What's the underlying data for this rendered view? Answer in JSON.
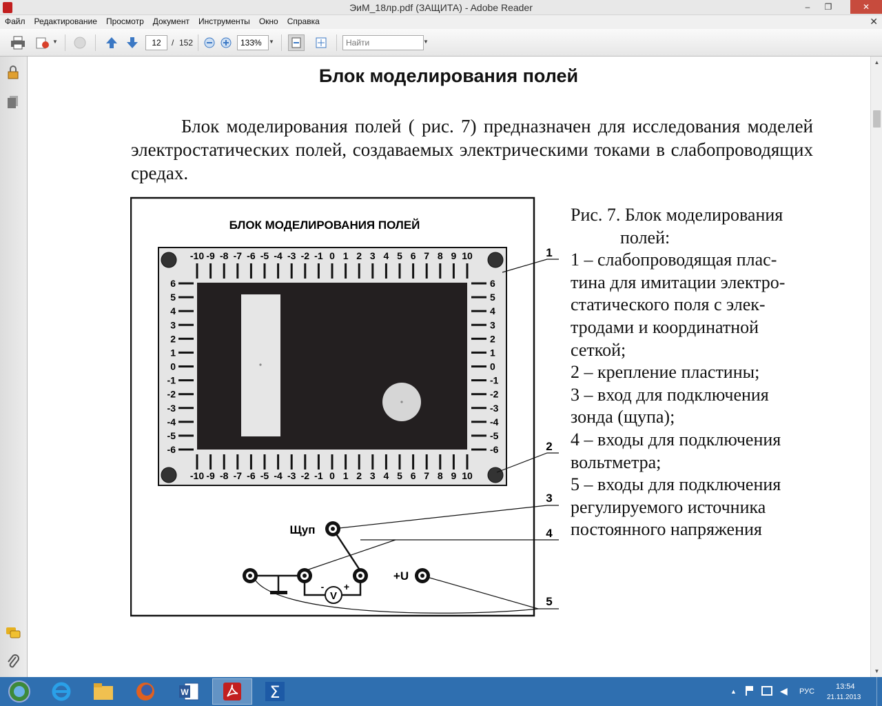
{
  "window": {
    "title": "ЭиМ_18лр.pdf (ЗАЩИТА) - Adobe Reader",
    "minimize_label": "‒",
    "maximize_label": "❐",
    "close_label": "✕"
  },
  "menu": {
    "items": [
      "Файл",
      "Редактирование",
      "Просмотр",
      "Документ",
      "Инструменты",
      "Окно",
      "Справка"
    ],
    "close_doc": "✕"
  },
  "toolbar": {
    "page_current": "12",
    "page_sep": "/",
    "page_total": "152",
    "zoom": "133%",
    "search_placeholder": "Найти"
  },
  "page": {
    "title": "Блок моделирования полей",
    "paragraph": "Блок моделирования полей ( рис. 7) предназначен для исследования моделей электростатических полей, создаваемых электрическими токами в слабопроводящих средах.",
    "caption_lines": [
      "Рис. 7. Блок моделирования",
      "полей:",
      "1 – слабопроводящая  плас-",
      "тина для имитации электро-",
      "статического поля с элек-",
      "тродами и координатной",
      "сеткой;",
      "2 – крепление пластины;",
      "3 – вход для подключения",
      "зонда (щупа);",
      "4 – входы для подключения",
      "вольтметра;",
      "5 – входы для подключения",
      "регулируемого источника",
      "постоянного напряжения"
    ]
  },
  "figure": {
    "heading": "БЛОК МОДЕЛИРОВАНИЯ ПОЛЕЙ",
    "x_ticks": [
      "-10",
      "-9",
      "-8",
      "-7",
      "-6",
      "-5",
      "-4",
      "-3",
      "-2",
      "-1",
      "0",
      "1",
      "2",
      "3",
      "4",
      "5",
      "6",
      "7",
      "8",
      "9",
      "10"
    ],
    "y_ticks": [
      "6",
      "5",
      "4",
      "3",
      "2",
      "1",
      "0",
      "-1",
      "-2",
      "-3",
      "-4",
      "-5",
      "-6"
    ],
    "callouts": [
      "1",
      "2",
      "3",
      "4",
      "5"
    ],
    "probe_label": "Щуп",
    "plus_u_label": "+U",
    "voltmeter_label": "V",
    "minus_sign": "-",
    "plus_sign": "+"
  },
  "taskbar": {
    "lang": "РУС",
    "time": "13:54",
    "date": "21.11.2013"
  }
}
